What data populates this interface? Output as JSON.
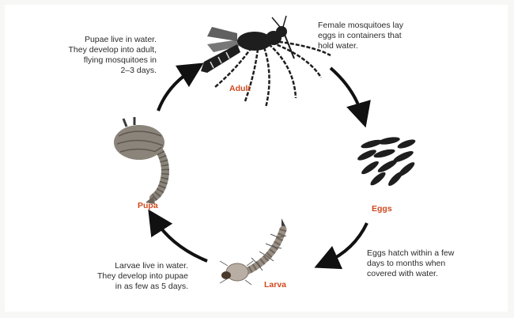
{
  "colors": {
    "stage_label": "#d0491f",
    "text": "#2b2b2b",
    "arrow": "#111111",
    "insect_dark": "#1e1e1e",
    "pupa_body": "#8b847a",
    "larva_body": "#9a8f84"
  },
  "stages": {
    "adult": {
      "label": "Adult",
      "icon": "adult-mosquito"
    },
    "eggs": {
      "label": "Eggs",
      "icon": "egg-cluster"
    },
    "larva": {
      "label": "Larva",
      "icon": "larva"
    },
    "pupa": {
      "label": "Pupa",
      "icon": "pupa"
    }
  },
  "descriptions": {
    "adult": "Female mosquitoes lay\neggs in containers that\nhold water.",
    "eggs": "Eggs hatch within a few\ndays to months when\ncovered with water.",
    "larva": "Larvae live in water.\nThey develop into pupae\nin as few as 5 days.",
    "pupa": "Pupae live in water.\nThey develop into adult,\nflying mosquitoes in\n2–3 days."
  }
}
